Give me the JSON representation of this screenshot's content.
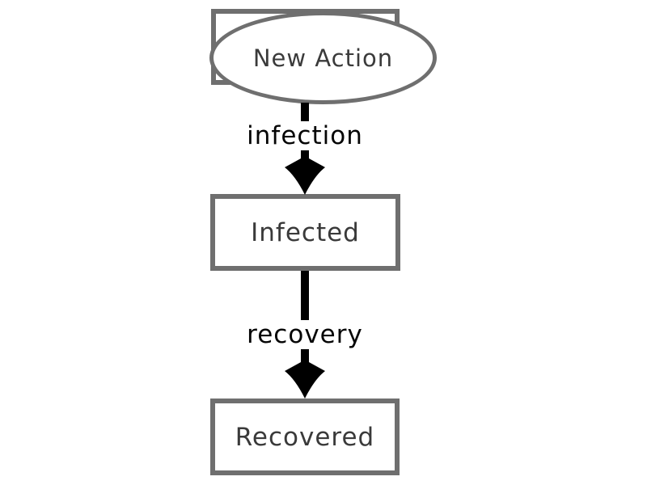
{
  "diagram": {
    "background_color": "#ffffff",
    "node_border_color": "#6f6f6f",
    "node_text_color": "#3a3a3a",
    "arrow_color": "#000000",
    "edge_label_color": "#050505",
    "nodes": [
      {
        "id": "new-action",
        "label": "New Action",
        "shape": "ellipse"
      },
      {
        "id": "backdrop",
        "label": "",
        "shape": "rect"
      },
      {
        "id": "infected",
        "label": "Infected",
        "shape": "rect"
      },
      {
        "id": "recovered",
        "label": "Recovered",
        "shape": "rect"
      }
    ],
    "edges": [
      {
        "from": "new-action",
        "to": "infected",
        "label": "infection",
        "direction": "down"
      },
      {
        "from": "infected",
        "to": "recovered",
        "label": "recovery",
        "direction": "down"
      }
    ]
  }
}
